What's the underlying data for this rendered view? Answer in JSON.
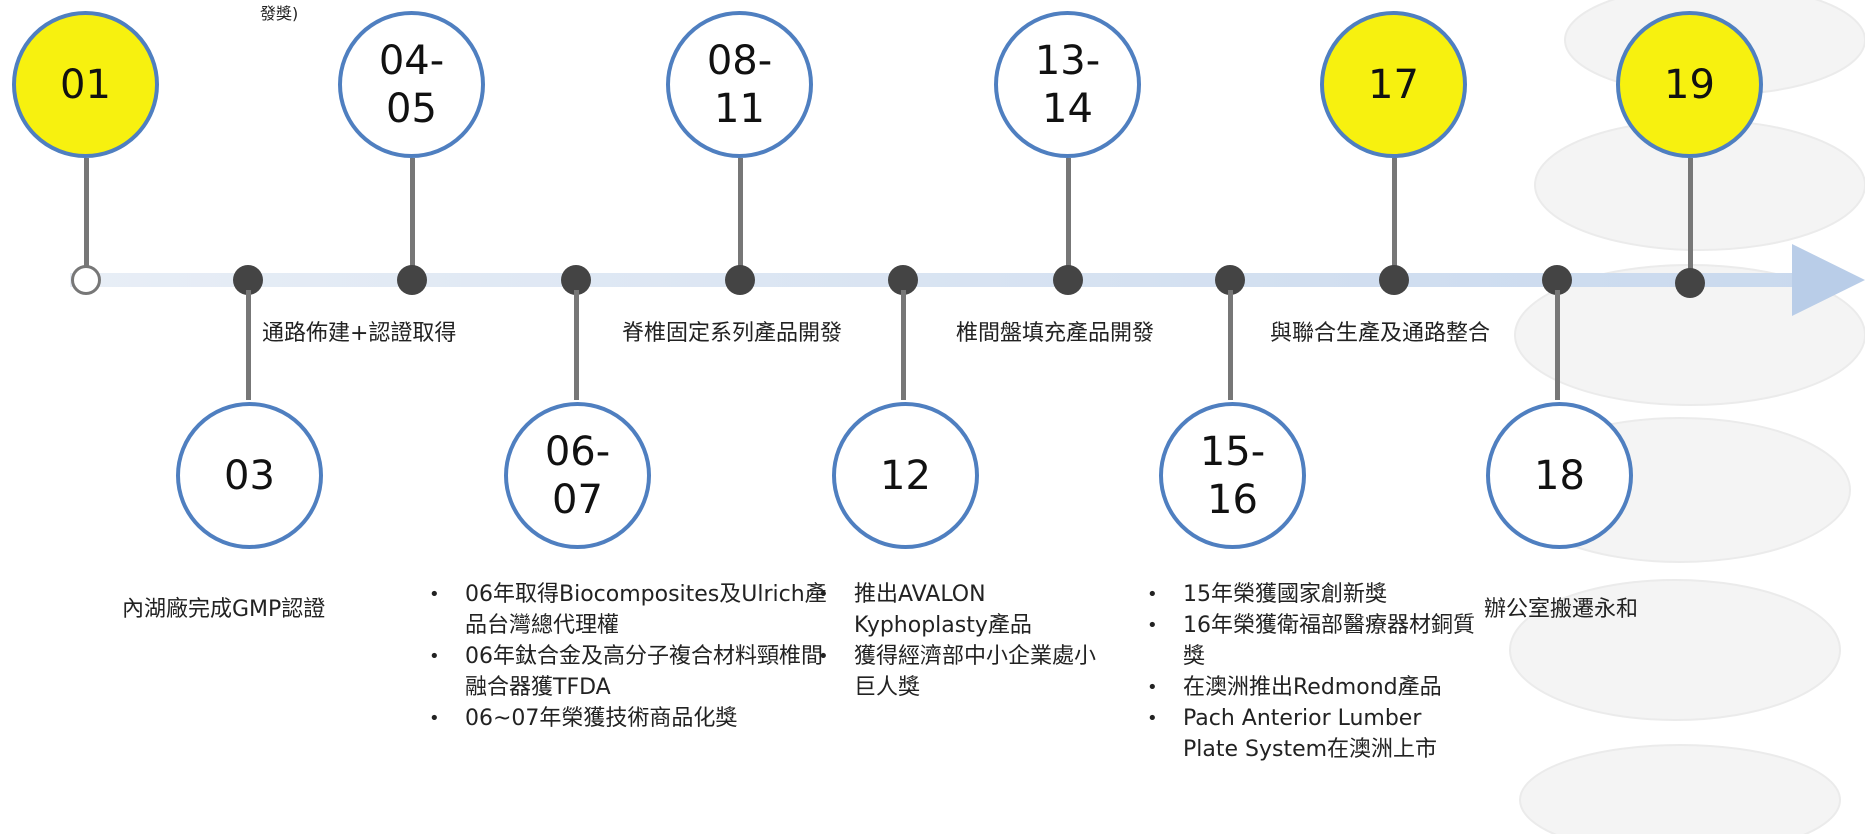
{
  "top_fragment": "發獎)",
  "colors": {
    "ring": "#4f7fc0",
    "highlight": "#f7f10f",
    "axis": "#dbe6f3",
    "arrow": "#b9cde8",
    "dot": "#444444",
    "connector": "#777777"
  },
  "milestones": [
    {
      "label": "01",
      "highlight": true
    },
    {
      "label": "03",
      "highlight": false
    },
    {
      "label": "04-\n05",
      "highlight": false
    },
    {
      "label": "06-\n07",
      "highlight": false
    },
    {
      "label": "08-\n11",
      "highlight": false
    },
    {
      "label": "12",
      "highlight": false
    },
    {
      "label": "13-\n14",
      "highlight": false
    },
    {
      "label": "15-\n16",
      "highlight": false
    },
    {
      "label": "17",
      "highlight": true
    },
    {
      "label": "18",
      "highlight": false
    },
    {
      "label": "19",
      "highlight": true
    }
  ],
  "phases": [
    "通路佈建+認證取得",
    "脊椎固定系列產品開發",
    "椎間盤填充產品開發",
    "與聯合生產及通路整合"
  ],
  "notes": {
    "m03": "內湖廠完成GMP認證",
    "m0607": [
      "06年取得Biocomposites及Ulrich產品台灣總代理權",
      "06年鈦合金及高分子複合材料頸椎間融合器獲TFDA",
      "06~07年榮獲技術商品化獎"
    ],
    "m12": [
      "推出AVALON Kyphoplasty產品",
      "獲得經濟部中小企業處小巨人獎"
    ],
    "m1516": [
      "15年榮獲國家創新獎",
      "16年榮獲衛福部醫療器材銅質獎",
      "在澳洲推出Redmond產品",
      "Pach Anterior Lumber Plate System在澳洲上市"
    ],
    "m18": "辦公室搬遷永和"
  }
}
